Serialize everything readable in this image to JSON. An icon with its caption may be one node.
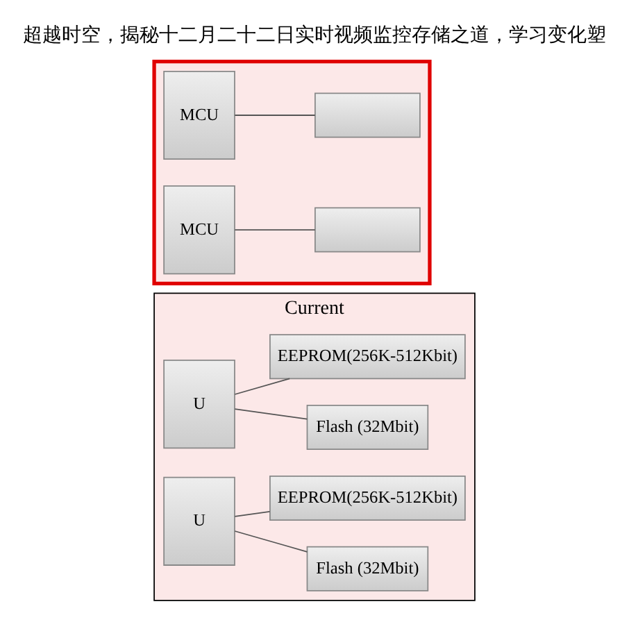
{
  "diagram": {
    "title": "超越时空，揭秘十二月二十二日实时视频监控存储之道，学习变化塑",
    "nodes": [
      {
        "text": [
          "Current"
        ]
      },
      {
        "text": [
          "U"
        ],
        "in": 0
      },
      {
        "text": [
          "Flash (32Mbit)"
        ],
        "in": 0
      },
      {
        "text": [
          "EEPROM(256K-512Kbit)"
        ],
        "in": 0
      },
      {
        "text": [
          "U"
        ],
        "in": 0
      },
      {
        "text": [
          "Flash (32Mbit)"
        ],
        "in": 0
      },
      {
        "text": [
          "EEPROM(256K-512Kbit)"
        ],
        "in": 0
      },
      {
        "text": [],
        "shape": "box"
      },
      {
        "text": [
          "MCU"
        ],
        "in": 7
      },
      {
        "text": [],
        "shape": "box",
        "in": 7
      },
      {
        "text": [
          "MCU"
        ],
        "in": 7
      },
      {
        "text": [],
        "shape": "box",
        "in": 7
      }
    ],
    "edges": [
      {
        "from": 1,
        "to": 2,
        "arrow": "none"
      },
      {
        "from": 1,
        "to": 3,
        "arrow": "none"
      },
      {
        "from": 4,
        "to": 5,
        "arrow": "none"
      },
      {
        "from": 4,
        "to": 6,
        "arrow": "none"
      },
      {
        "from": 8,
        "to": 9,
        "arrow": "none"
      },
      {
        "from": 10,
        "to": 11,
        "arrow": "none"
      }
    ]
  }
}
